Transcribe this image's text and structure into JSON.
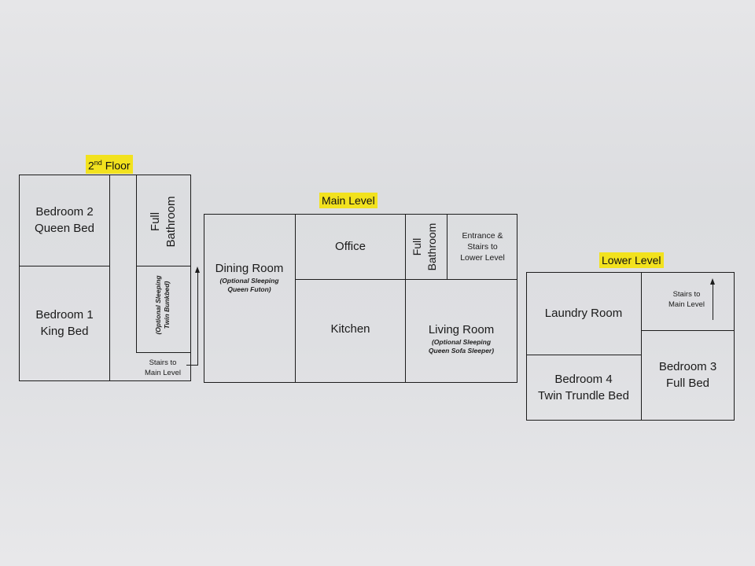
{
  "colors": {
    "paper": "#dedfe2",
    "line": "#1c1c1c",
    "highlight": "#f2e21e"
  },
  "second_floor": {
    "title": "2",
    "title_sup": "nd",
    "title_rest": " Floor",
    "rooms": {
      "bedroom2": {
        "line1": "Bedroom 2",
        "line2": "Queen Bed"
      },
      "bedroom1": {
        "line1": "Bedroom 1",
        "line2": "King Bed"
      },
      "bathroom": {
        "line1": "Full",
        "line2": "Bathroom"
      },
      "bunk_room": {
        "line1": "(Optional Sleeping",
        "line2": "Twin Bunkbed)"
      },
      "stairs": {
        "line1": "Stairs to",
        "line2": "Main Level"
      }
    }
  },
  "main_level": {
    "title": "Main Level",
    "rooms": {
      "dining": {
        "name": "Dining Room",
        "note1": "(Optional Sleeping",
        "note2": "Queen Futon)"
      },
      "office": {
        "name": "Office"
      },
      "bathroom": {
        "line1": "Full",
        "line2": "Bathroom"
      },
      "entrance": {
        "line1": "Entrance &",
        "line2": "Stairs to",
        "line3": "Lower Level"
      },
      "kitchen": {
        "name": "Kitchen"
      },
      "living": {
        "name": "Living Room",
        "note1": "(Optional Sleeping",
        "note2": "Queen Sofa Sleeper)"
      }
    }
  },
  "lower_level": {
    "title": "Lower Level",
    "rooms": {
      "laundry": {
        "name": "Laundry Room"
      },
      "stairs": {
        "line1": "Stairs to",
        "line2": "Main Level"
      },
      "bedroom4": {
        "line1": "Bedroom 4",
        "line2": "Twin Trundle Bed"
      },
      "bedroom3": {
        "line1": "Bedroom 3",
        "line2": "Full Bed"
      }
    }
  }
}
